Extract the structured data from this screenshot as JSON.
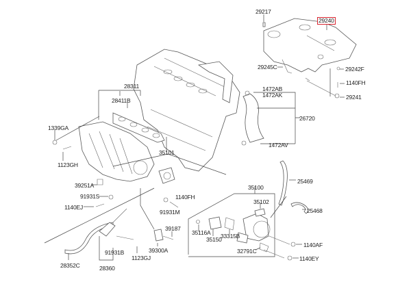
{
  "diagram": {
    "title": "Engine intake / throttle body exploded parts diagram",
    "highlight_color": "#d9232e",
    "highlighted_part": "29240",
    "labels": [
      {
        "id": "29217",
        "text": "29217"
      },
      {
        "id": "29240",
        "text": "29240"
      },
      {
        "id": "29245C",
        "text": "29245C"
      },
      {
        "id": "29242F",
        "text": "29242F"
      },
      {
        "id": "1140FH_a",
        "text": "1140FH"
      },
      {
        "id": "29241",
        "text": "29241"
      },
      {
        "id": "28311",
        "text": "28311"
      },
      {
        "id": "28411B",
        "text": "28411B"
      },
      {
        "id": "1472AB",
        "text": "1472AB"
      },
      {
        "id": "1472AK",
        "text": "1472AK"
      },
      {
        "id": "26720",
        "text": "26720"
      },
      {
        "id": "1472AV",
        "text": "1472AV"
      },
      {
        "id": "1339GA",
        "text": "1339GA"
      },
      {
        "id": "1123GH",
        "text": "1123GH"
      },
      {
        "id": "35101",
        "text": "35101"
      },
      {
        "id": "39251A",
        "text": "39251A"
      },
      {
        "id": "91931S",
        "text": "91931S"
      },
      {
        "id": "1140EJ",
        "text": "1140EJ"
      },
      {
        "id": "1140FH_b",
        "text": "1140FH"
      },
      {
        "id": "91931M",
        "text": "91931M"
      },
      {
        "id": "39187",
        "text": "39187"
      },
      {
        "id": "39300A",
        "text": "39300A"
      },
      {
        "id": "91931B",
        "text": "91931B"
      },
      {
        "id": "1123GJ",
        "text": "1123GJ"
      },
      {
        "id": "28352C",
        "text": "28352C"
      },
      {
        "id": "28360",
        "text": "28360"
      },
      {
        "id": "25469",
        "text": "25469"
      },
      {
        "id": "35100",
        "text": "35100"
      },
      {
        "id": "35102",
        "text": "35102"
      },
      {
        "id": "25468",
        "text": "25468"
      },
      {
        "id": "35116A",
        "text": "35116A"
      },
      {
        "id": "35150",
        "text": "35150"
      },
      {
        "id": "33315B",
        "text": "33315B"
      },
      {
        "id": "1140AF",
        "text": "1140AF"
      },
      {
        "id": "32791C",
        "text": "32791C"
      },
      {
        "id": "1140EY",
        "text": "1140EY"
      }
    ]
  }
}
